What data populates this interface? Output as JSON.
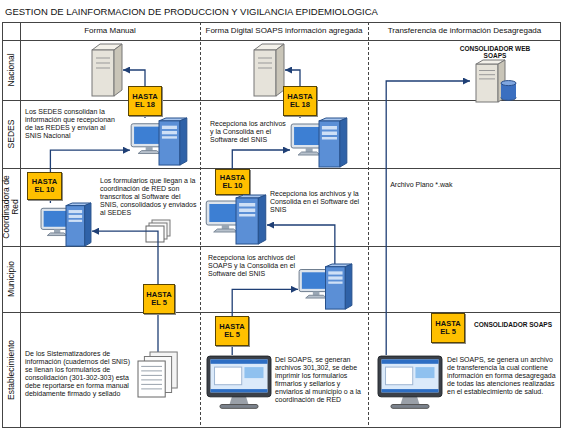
{
  "diagram": {
    "title": "GESTION DE LAINFORMACION DE PRODUCCION Y VIGILANCIA EPIDEMIOLOGICA",
    "nodes": [
      {
        "text": [
          "Forma Manual"
        ]
      },
      {
        "text": [
          "Forma Digital SOAPS información agregada"
        ]
      },
      {
        "text": [
          "Transferencia de información Desagregada"
        ]
      },
      {
        "text": [
          "Nacional"
        ]
      },
      {
        "text": [
          "CONSOLIDADOR WEB SOAPS"
        ],
        "in": 3
      },
      {
        "text": [
          "SEDES"
        ]
      },
      {
        "text": [
          "HASTA EL 18"
        ],
        "in": 5
      },
      {
        "text": [
          "Los SEDES consolidan la información que recepcionan de las REDES y envían al SNIS Nacional"
        ],
        "in": 5
      },
      {
        "text": [
          "HASTA EL 18"
        ],
        "in": 5
      },
      {
        "text": [
          "Recepciona los archivos y la Consolida en el Software del SNIS"
        ],
        "in": 5
      },
      {
        "text": [
          "Coordinadora de Red"
        ]
      },
      {
        "text": [
          "HASTA EL 10"
        ],
        "in": 10
      },
      {
        "text": [
          "Los formularios que llegan a la coordinación de RED son transcritos al Software del SNIS, consolidados y enviados al SEDES"
        ],
        "in": 10
      },
      {
        "text": [
          "HASTA EL 10"
        ],
        "in": 10
      },
      {
        "text": [
          "Recepciona los archivos y la Consolida en el Software del SNIS"
        ],
        "in": 10
      },
      {
        "text": [
          "Municipio"
        ]
      },
      {
        "text": [
          "HASTA EL 5"
        ],
        "in": 15
      },
      {
        "text": [
          "Recepciona los archivos del SOAPS y la Consolida en el Software del SNIS"
        ],
        "in": 15
      },
      {
        "text": [
          "Establecimiento"
        ]
      },
      {
        "text": [
          "HASTA EL 5"
        ],
        "in": 18
      },
      {
        "text": [
          "HASTA EL 5"
        ],
        "in": 18
      },
      {
        "text": [
          "De los Sistematizadores de información (cuadernos del SNIS) se llenan los formularios de consolidación (301-302-303) esta debe reportarse en forma manual debidamente firmado y sellado"
        ],
        "in": 18
      },
      {
        "text": [
          "Del SOAPS, se generan archivos 301,302, se debe imprimir los formularios firmarlos y sellarlos y enviarlos al municipio o a la coordinación de RED"
        ],
        "in": 18
      },
      {
        "text": [
          "Del SOAPS, se genera un archivo de transferencia la cual contiene información en forma desagregada de todas las atenciones realizadas en el establecimiento de salud."
        ],
        "in": 18
      }
    ],
    "edges": [
      {
        "from": 21,
        "to": 12,
        "arrow": "to"
      },
      {
        "from": 12,
        "to": 7,
        "arrow": "to"
      },
      {
        "from": 22,
        "to": 17,
        "arrow": "to"
      },
      {
        "from": 17,
        "to": 14,
        "arrow": "to"
      },
      {
        "from": 14,
        "to": 9,
        "arrow": "to"
      },
      {
        "from": 23,
        "to": 4,
        "label": "Archivo Plano *.wak",
        "arrow": "to"
      }
    ],
    "labels": [
      "CONSOLIDADOR SOAPS"
    ]
  }
}
